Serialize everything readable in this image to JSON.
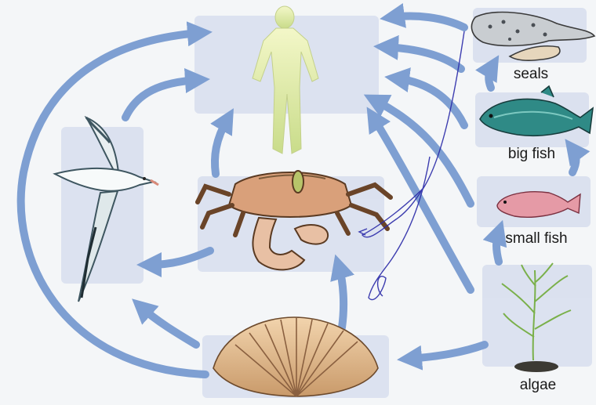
{
  "organisms": {
    "seals": "seals",
    "big_fish": "big fish",
    "small_fish": "small fish",
    "algae": "algae"
  },
  "colors": {
    "arrow": "#7e9fd2",
    "panel": "#d7deee",
    "background": "#f4f6f8",
    "scribble": "#2a2aa8"
  }
}
